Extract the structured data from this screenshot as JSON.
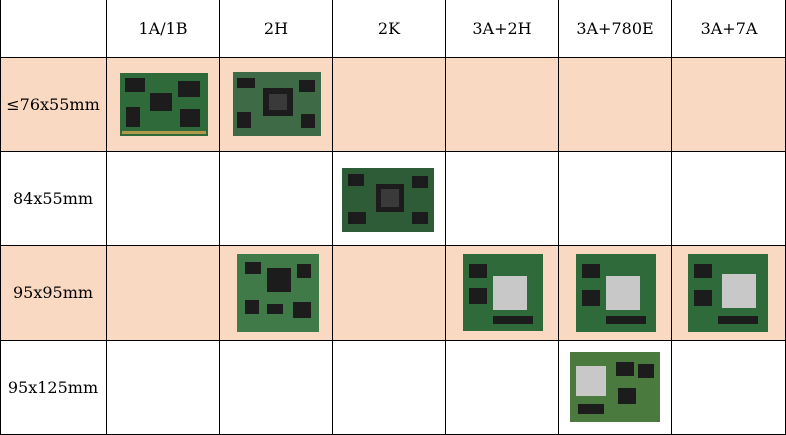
{
  "columns": [
    "1A/1B",
    "2H",
    "2K",
    "3A+2H",
    "3A+780E",
    "3A+7A"
  ],
  "rows": [
    "≤76x55mm",
    "84x55mm",
    "95x95mm",
    "95x125mm"
  ],
  "colors": {
    "band": "#f9d9c2",
    "board": "#2f6a3a",
    "chip": "#1c1c1c",
    "cpu": "#c8c8c8"
  },
  "cells": [
    {
      "row": 0,
      "col": 0,
      "image": "small board module"
    },
    {
      "row": 0,
      "col": 1,
      "image": "small board module"
    },
    {
      "row": 1,
      "col": 2,
      "image": "board module"
    },
    {
      "row": 2,
      "col": 1,
      "image": "square board module"
    },
    {
      "row": 2,
      "col": 3,
      "image": "square board module with CPU"
    },
    {
      "row": 2,
      "col": 4,
      "image": "square board module with CPU"
    },
    {
      "row": 2,
      "col": 5,
      "image": "square board module with CPU"
    },
    {
      "row": 3,
      "col": 4,
      "image": "large board module with CPU"
    }
  ]
}
